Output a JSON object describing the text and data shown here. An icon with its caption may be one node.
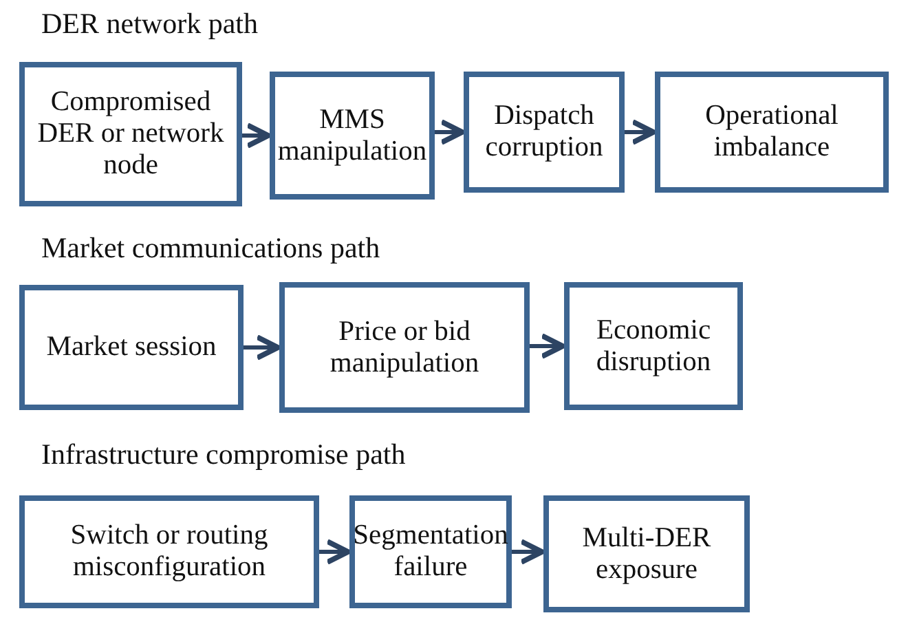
{
  "diagram": {
    "nodes": [
      {
        "text": [
          "Compromised DER or network node"
        ]
      },
      {
        "text": [
          "MMS manipulation"
        ]
      },
      {
        "text": [
          "Dispatch corruption"
        ]
      },
      {
        "text": [
          "Operational imbalance"
        ]
      },
      {
        "text": [
          "Market session"
        ]
      },
      {
        "text": [
          "Price or bid manipulation"
        ]
      },
      {
        "text": [
          "Economic disruption"
        ]
      },
      {
        "text": [
          "Switch or routing misconfiguration"
        ]
      },
      {
        "text": [
          "Segmentation failure"
        ]
      },
      {
        "text": [
          "Multi-DER exposure"
        ]
      }
    ],
    "edges": [
      {
        "from": 0,
        "to": 1,
        "arrow": "to"
      },
      {
        "from": 1,
        "to": 2,
        "arrow": "to"
      },
      {
        "from": 2,
        "to": 3,
        "arrow": "to"
      },
      {
        "from": 4,
        "to": 5,
        "arrow": "to"
      },
      {
        "from": 5,
        "to": 6,
        "arrow": "to"
      },
      {
        "from": 7,
        "to": 8,
        "arrow": "to"
      },
      {
        "from": 8,
        "to": 9,
        "arrow": "to"
      }
    ],
    "labels": [
      "DER network path",
      "Market communications path",
      "Infrastructure compromise path"
    ]
  }
}
